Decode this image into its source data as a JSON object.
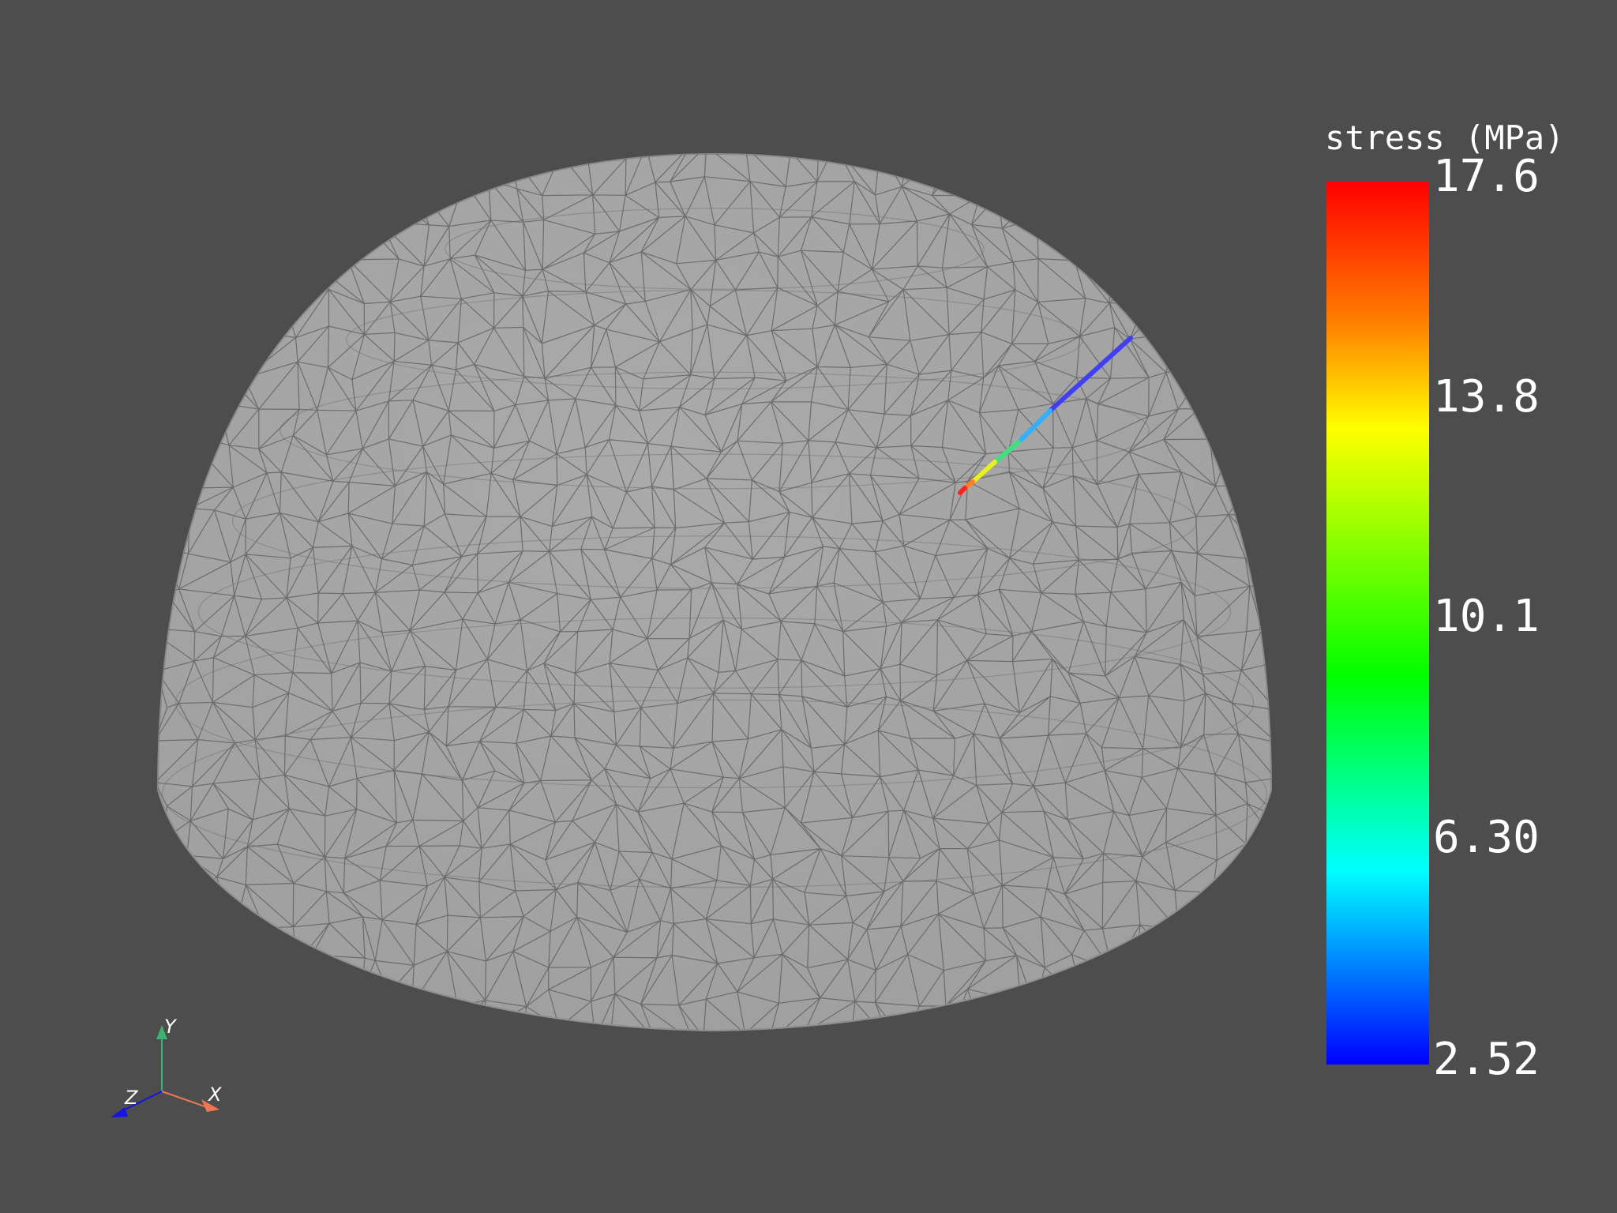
{
  "scalar_bar": {
    "title": "stress (MPa)",
    "labels": [
      "17.6",
      "13.8",
      "10.1",
      "6.30",
      "2.52"
    ],
    "min": 2.52,
    "max": 17.6,
    "colormap": [
      "#0000ff",
      "#0080ff",
      "#00ffff",
      "#00ff00",
      "#ffff00",
      "#ff8000",
      "#ff0000"
    ]
  },
  "axes": {
    "x_label": "X",
    "y_label": "Y",
    "z_label": "Z",
    "x_color": "#f07850",
    "y_color": "#3cb371",
    "z_color": "#1414e6"
  },
  "colors": {
    "background": "#4d4d4d",
    "mesh_surface": "#a6a6a6",
    "mesh_edges": "#555555"
  }
}
